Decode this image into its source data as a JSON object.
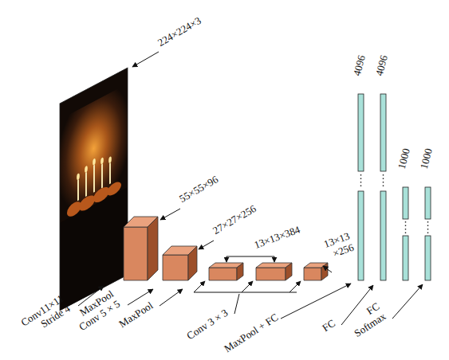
{
  "diagram": {
    "labels": [
      "224×224×3",
      "55×55×96",
      "27×27×256",
      "13×13×384",
      "13×13 ×256",
      "4096",
      "4096",
      "1000",
      "1000",
      "Conv11×11 Stride 4",
      "MaxPool Conv 5 × 5",
      "MaxPool",
      "Conv 3 × 3",
      "MaxPool + FC",
      "FC",
      "FC Softmax"
    ]
  }
}
